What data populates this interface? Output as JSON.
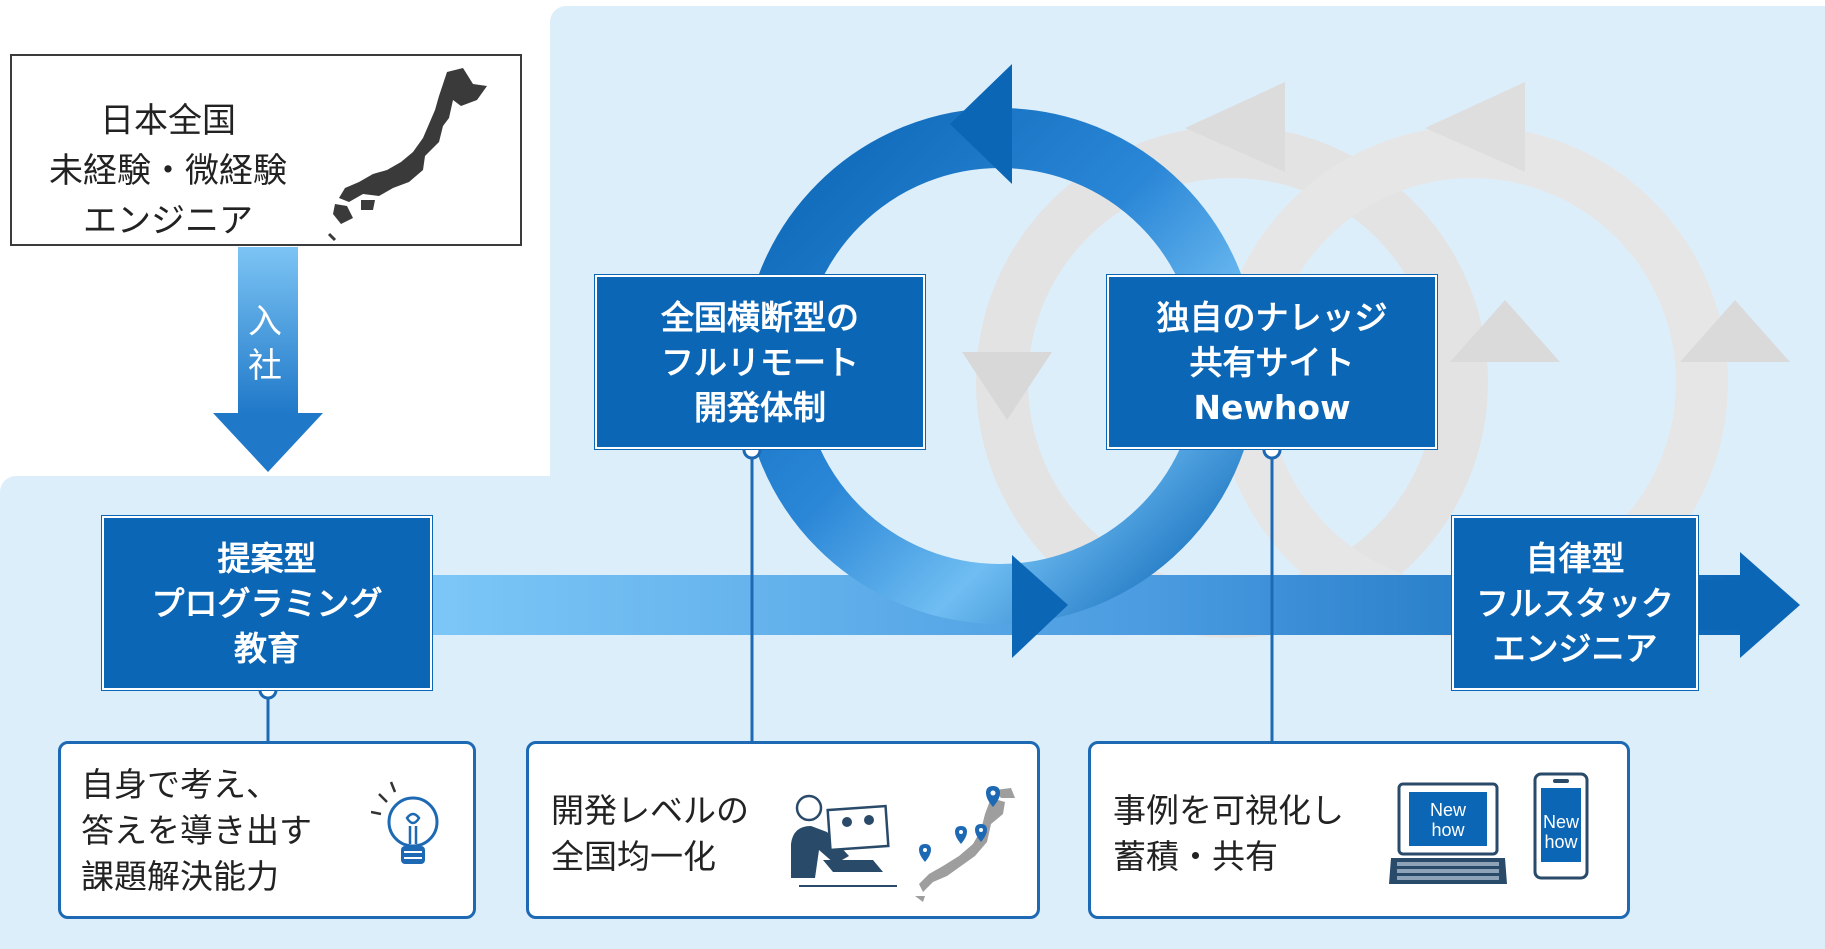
{
  "start": {
    "lines": [
      "日本全国",
      "未経験・微経験",
      "エンジニア"
    ]
  },
  "entry_label": [
    "入",
    "社"
  ],
  "steps": {
    "education": {
      "lines": [
        "提案型",
        "プログラミング",
        "教育"
      ]
    },
    "remote": {
      "lines": [
        "全国横断型の",
        "フルリモート",
        "開発体制"
      ]
    },
    "newhow": {
      "lines": [
        "独自のナレッジ",
        "共有サイト",
        "Newhow"
      ]
    },
    "goal": {
      "lines": [
        "自律型",
        "フルスタック",
        "エンジニア"
      ]
    }
  },
  "cards": {
    "education": {
      "lines": [
        "自身で考え、",
        "答えを導き出す",
        "課題解決能力"
      ],
      "icon": "lightbulb-icon"
    },
    "remote": {
      "lines": [
        "開発レベルの",
        "全国均一化"
      ],
      "icon": "remote-worker-icon"
    },
    "newhow": {
      "lines": [
        "事例を可視化し",
        "蓄積・共有"
      ],
      "icon": "laptop-phone-icon"
    }
  },
  "device_screen": {
    "laptop": [
      "New",
      "how"
    ],
    "phone": [
      "New",
      "how"
    ]
  },
  "colors": {
    "primary_blue": "#0c66b6",
    "light_panel": "#ddeefb",
    "gray_cycle": "#e1e1e1",
    "card_border": "#1d69b3"
  }
}
